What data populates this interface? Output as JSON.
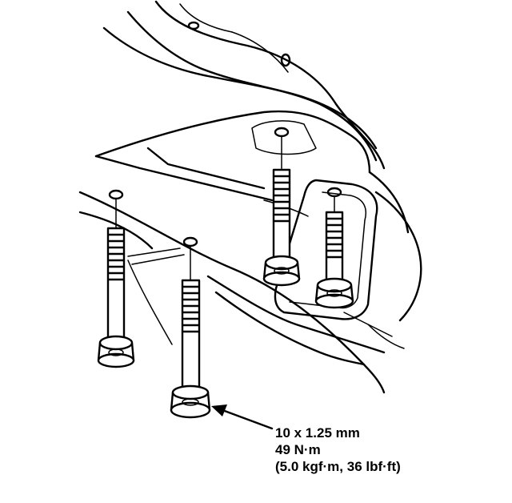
{
  "callout": {
    "line1": "10 x 1.25 mm",
    "line2": "49 N·m",
    "line3": "(5.0 kgf·m, 36 lbf·ft)"
  },
  "colors": {
    "ink": "#000000",
    "paper": "#ffffff"
  }
}
